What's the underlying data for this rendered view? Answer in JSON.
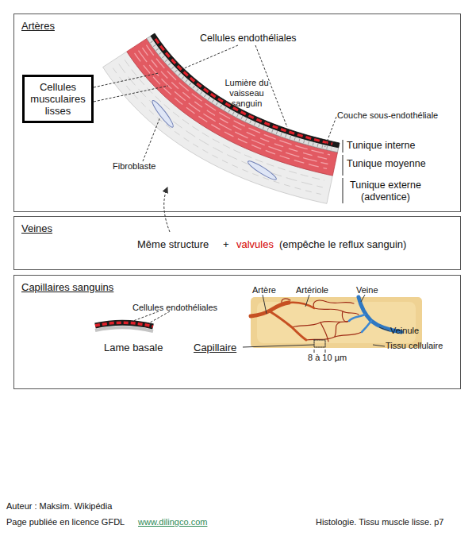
{
  "diagram": {
    "nodes": [
      {
        "text": [
          "Artères"
        ]
      },
      {
        "text": [
          "Cellules musculaires lisses"
        ],
        "in": 0
      },
      {
        "text": [
          "Veines"
        ]
      },
      {
        "text": [
          "Capillaires sanguins"
        ]
      }
    ],
    "labels": [
      "Cellules endothéliales",
      "Lumière du vaisseau sanguin",
      "Couche sous-endothéliale",
      "Tunique interne",
      "Tunique moyenne",
      "Tunique externe (adventice)",
      "Fibroblaste",
      "Même structure",
      "+",
      "valvules",
      "(empêche le reflux sanguin)",
      "Cellules endothéliales",
      "Lame basale",
      "Artère",
      "Artériole",
      "Veine",
      "Veinule",
      "Tissu cellulaire",
      "Capillaire",
      "8 à 10 µm",
      "Auteur : Maksim. Wikipédia",
      "Page publiée en licence GFDL",
      "www.dilingco.com",
      "Histologie. Tissu muscle lisse. p7"
    ]
  }
}
